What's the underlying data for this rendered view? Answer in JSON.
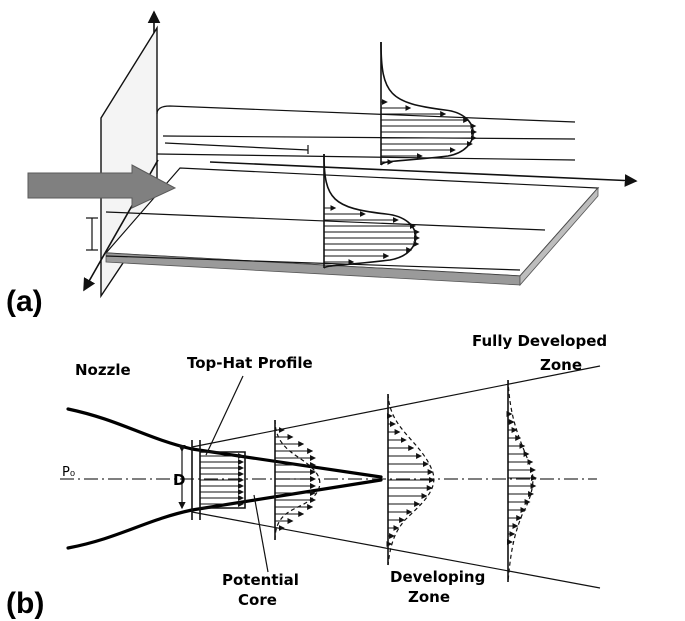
{
  "panels": {
    "a": {
      "label": "(a)"
    },
    "b": {
      "label": "(b)",
      "nozzle": "Nozzle",
      "top_hat": "Top-Hat Profile",
      "fully_developed_line1": "Fully Developed",
      "fully_developed_line2": "Zone",
      "potential_line1": "Potential",
      "potential_line2": "Core",
      "developing_line1": "Developing",
      "developing_line2": "Zone",
      "diameter": "D",
      "pressure": "P₀"
    }
  },
  "colors": {
    "line": "#111111",
    "jet_arrow": "#808080",
    "plate_edge": "#9a9a9a"
  }
}
